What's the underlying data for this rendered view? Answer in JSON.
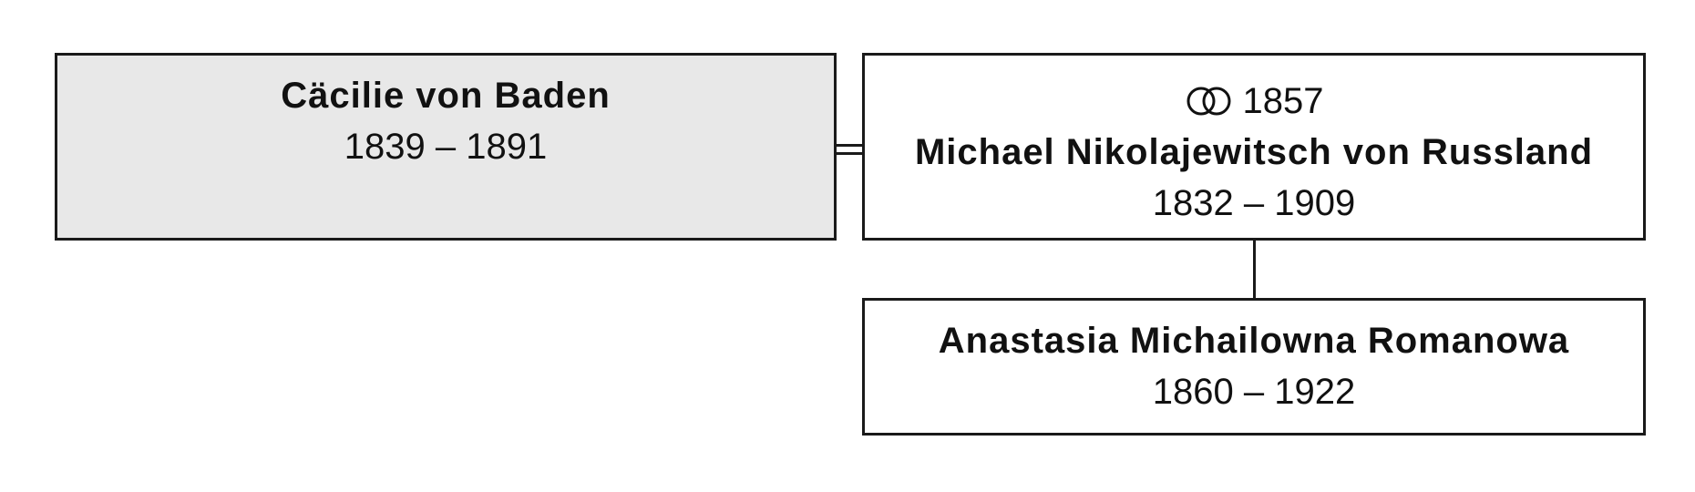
{
  "persons": {
    "main": {
      "name": "Cäcilie von Baden",
      "dates": "1839 – 1891"
    },
    "spouse": {
      "marriage_year": "1857",
      "name": "Michael Nikolajewitsch von Russland",
      "dates": "1832 – 1909"
    },
    "child": {
      "name": "Anastasia Michailowna Romanowa",
      "dates": "1860 – 1922"
    }
  },
  "icons": {
    "marriage": "wedding-rings-icon"
  },
  "colors": {
    "highlight_fill": "#e8e8e8",
    "border": "#1a1a1a"
  }
}
